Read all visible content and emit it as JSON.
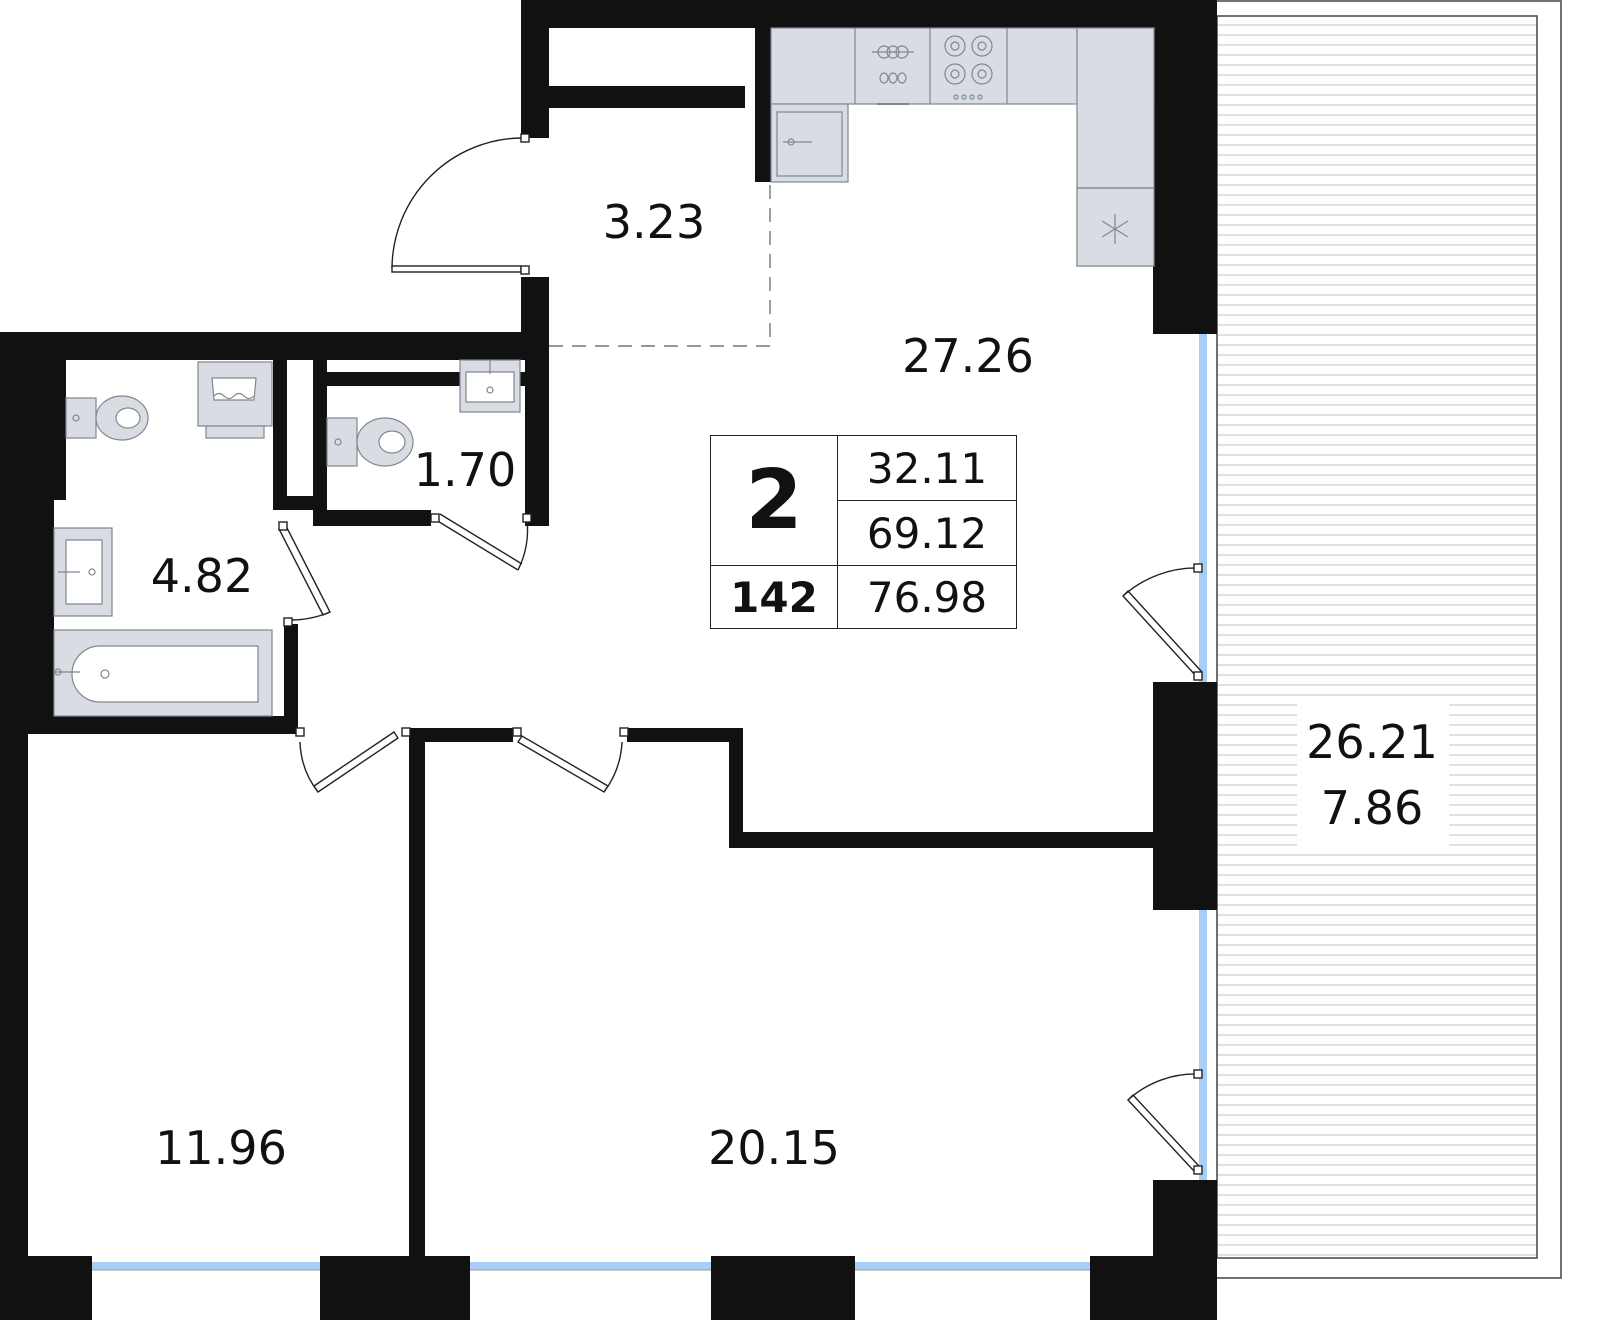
{
  "plan": {
    "summary": {
      "rooms": "2",
      "apartment_number": "142",
      "living_area": "32.11",
      "total_area": "69.12",
      "total_area_with_balcony": "76.98"
    },
    "rooms": {
      "hall": "3.23",
      "kitchen_living": "27.26",
      "wc": "1.70",
      "bathroom": "4.82",
      "bedroom_left": "11.96",
      "bedroom_main": "20.15",
      "balcony_area": "26.21",
      "balcony_reduced_area": "7.86"
    },
    "colors": {
      "wall": "#111111",
      "fixture": "#d9dde3",
      "fixture_stroke": "#7f8790",
      "window": "#a9cdf5",
      "balcony_lines": "#c9c9c9"
    }
  }
}
